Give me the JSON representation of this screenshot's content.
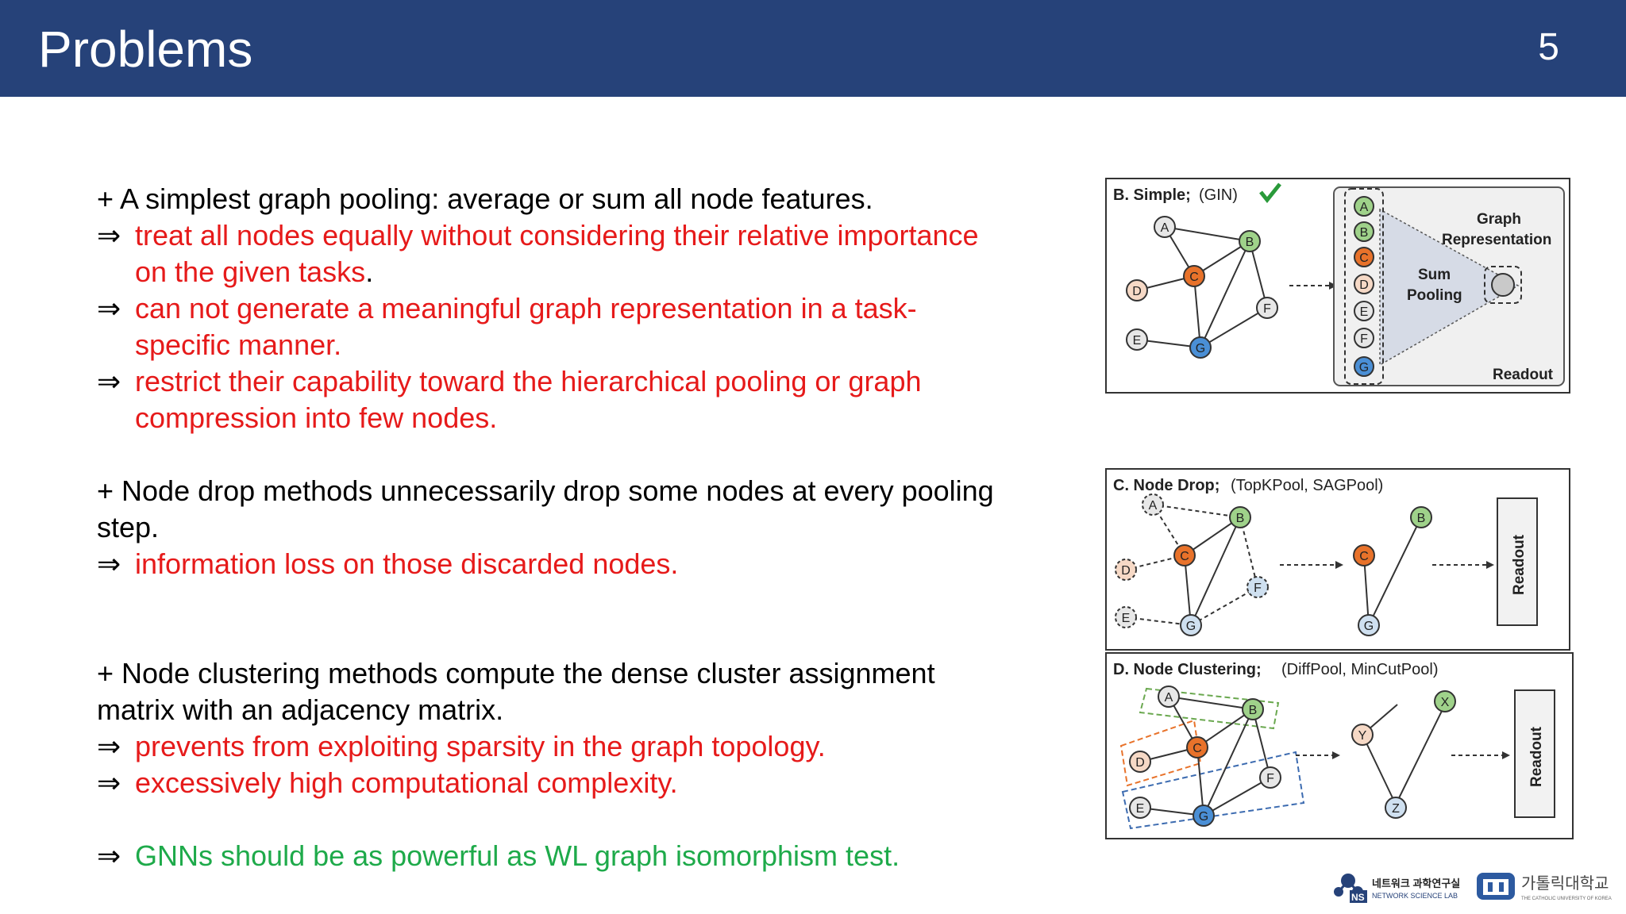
{
  "header": {
    "title": "Problems",
    "page_number": "5"
  },
  "text": {
    "b1": "+ A simplest graph pooling: average or sum all node features.",
    "b1_s1a": "treat all nodes equally without considering their relative importance",
    "b1_s1b": "on the given tasks",
    "b1_s1b_end": ".",
    "b1_s2a": "can not generate a meaningful graph representation in a task-",
    "b1_s2b": "specific manner.",
    "b1_s3a": "restrict their capability toward the hierarchical pooling or graph",
    "b1_s3b": "compression into few nodes.",
    "b2a": "+ Node drop methods unnecessarily drop some nodes at every pooling",
    "b2b": "step.",
    "b2_s1": "information loss on those discarded nodes.",
    "b3a": "+ Node clustering methods compute the dense cluster assignment",
    "b3b": "matrix with an adjacency matrix.",
    "b3_s1": "prevents from exploiting sparsity in the graph topology.",
    "b3_s2": "excessively high computational complexity.",
    "final": "GNNs should be as powerful as WL graph isomorphism test.",
    "arrow": "⇒"
  },
  "figure_b": {
    "title_bold": "B. Simple;",
    "title_rest": " (GIN)",
    "nodes": [
      "A",
      "B",
      "C",
      "D",
      "E",
      "F",
      "G"
    ],
    "label_graph": "Graph",
    "label_representation": "Representation",
    "label_sum": "Sum",
    "label_pooling": "Pooling",
    "label_readout": "Readout"
  },
  "figure_c": {
    "title_bold": "C. Node Drop;",
    "title_rest": " (TopKPool, SAGPool)",
    "nodes": [
      "A",
      "B",
      "C",
      "D",
      "E",
      "F",
      "G"
    ],
    "label_readout": "Readout"
  },
  "figure_d": {
    "title_bold": "D. Node Clustering;",
    "title_rest": " (DiffPool, MinCutPool)",
    "nodes": [
      "A",
      "B",
      "C",
      "D",
      "E",
      "F",
      "G"
    ],
    "cluster_nodes": [
      "X",
      "Y",
      "Z"
    ],
    "label_readout": "Readout"
  },
  "logos": {
    "lab_korean": "네트워크 과학연구실",
    "lab_english": "NETWORK SCIENCE LAB",
    "lab_badge": "NS",
    "univ_korean": "가톨릭대학교",
    "univ_english": "THE CATHOLIC UNIVERSITY OF KOREA"
  },
  "colors": {
    "header": "#264279",
    "red": "#e61a1a",
    "green": "#1eaa4a",
    "node_green": "#9fd28a",
    "node_orange": "#e8722a",
    "node_beige": "#f6d9c6",
    "node_blue": "#4a8fd6",
    "node_gray": "#e7e7e7",
    "node_lightblue": "#cfe0f0"
  }
}
